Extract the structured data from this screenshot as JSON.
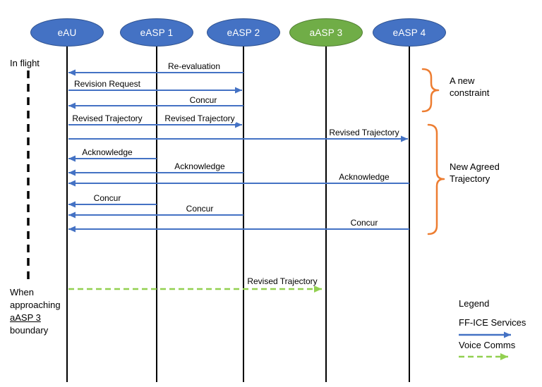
{
  "actors": [
    {
      "name": "eAU",
      "color": "#4472C4"
    },
    {
      "name": "eASP 1",
      "color": "#4472C4"
    },
    {
      "name": "eASP 2",
      "color": "#4472C4"
    },
    {
      "name": "aASP 3",
      "color": "#70AD47"
    },
    {
      "name": "eASP 4",
      "color": "#4472C4"
    }
  ],
  "messages": [
    {
      "label": "Re-evaluation",
      "from": "eASP 2",
      "to": "eAU",
      "service": "FF-ICE"
    },
    {
      "label": "Revision Request",
      "from": "eAU",
      "to": "eASP 2",
      "service": "FF-ICE"
    },
    {
      "label": "Concur",
      "from": "eASP 2",
      "to": "eAU",
      "service": "FF-ICE"
    },
    {
      "label": "Revised Trajectory",
      "from": "eAU",
      "to": "eASP 1",
      "service": "FF-ICE"
    },
    {
      "label": "Revised Trajectory",
      "from": "eASP 1",
      "to": "eASP 2",
      "service": "FF-ICE"
    },
    {
      "label": "Revised Trajectory",
      "from": "eAU",
      "to": "eASP 4",
      "service": "FF-ICE"
    },
    {
      "label": "Acknowledge",
      "from": "eASP 1",
      "to": "eAU",
      "service": "FF-ICE"
    },
    {
      "label": "Acknowledge",
      "from": "eASP 2",
      "to": "eAU",
      "service": "FF-ICE"
    },
    {
      "label": "Acknowledge",
      "from": "eASP 4",
      "to": "eAU",
      "service": "FF-ICE"
    },
    {
      "label": "Concur",
      "from": "eASP 1",
      "to": "eAU",
      "service": "FF-ICE"
    },
    {
      "label": "Concur",
      "from": "eASP 2",
      "to": "eAU",
      "service": "FF-ICE"
    },
    {
      "label": "Concur",
      "from": "eASP 4",
      "to": "eAU",
      "service": "FF-ICE"
    },
    {
      "label": "Revised Trajectory",
      "from": "eAU",
      "to": "aASP 3",
      "service": "Voice"
    }
  ],
  "annotations": {
    "in_flight": "In flight",
    "boundary_note": {
      "line1": "When approaching",
      "highlight": "aASP 3",
      "line2": "boundary"
    },
    "brace_new_constraint": "A new constraint",
    "brace_new_agreed": "New Agreed Trajectory"
  },
  "legend": {
    "title": "Legend",
    "ffice_label": "FF-ICE Services",
    "voice_label": "Voice Comms"
  },
  "colors": {
    "arrow_blue": "#4472C4",
    "arrow_green": "#92D050",
    "actor_blue": "#4472C4",
    "actor_green": "#70AD47",
    "brace_orange": "#ED7D31",
    "lifeline": "#000000"
  }
}
